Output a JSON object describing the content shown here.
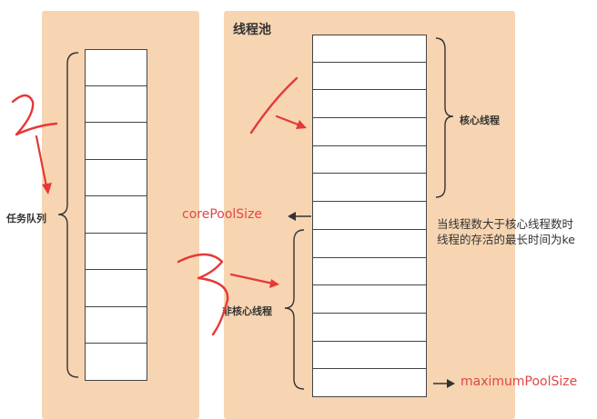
{
  "pool_title": "线程池",
  "task_queue_label": "任务队列",
  "core_threads_label": "核心线程",
  "non_core_threads_label": "非核心线程",
  "core_pool_size_label": "corePoolSize",
  "maximum_pool_size_label": "maximumPoolSize",
  "note": {
    "line1": "当线程数大于核心线程数时",
    "line2": "线程的存活的最长时间为ke"
  },
  "queue_cell_count": 9,
  "pool_cell_count": 13,
  "colors": {
    "panel": "#f7d5b2",
    "annotation": "#e04848"
  }
}
